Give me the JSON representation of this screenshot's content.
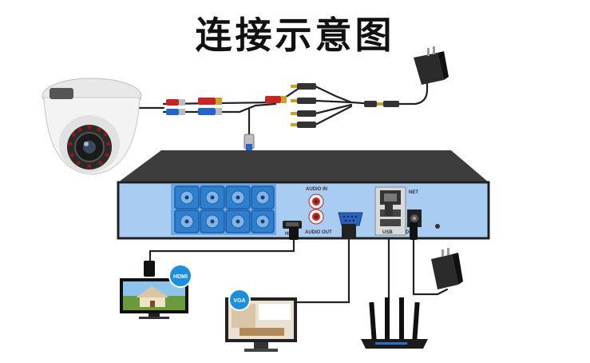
{
  "title": "连接示意图",
  "dvr": {
    "audio_in_label": "AUDIO IN",
    "audio_out_label": "AUDIO OUT",
    "hdmi_label": "HDMI",
    "usb_label": "USB",
    "net_label": "NET",
    "dc_label": "DC"
  },
  "devices": {
    "hdmi_badge": "HDMI",
    "vga_badge": "VGA"
  },
  "colors": {
    "dvr_body": "#3d3d3d",
    "dvr_panel": "#a9cdf2",
    "bnc_blue": "#2f7fd0",
    "cable": "#222222",
    "hdmi_badge": "#1a8fe0",
    "vga_badge": "#1a8fe0"
  }
}
